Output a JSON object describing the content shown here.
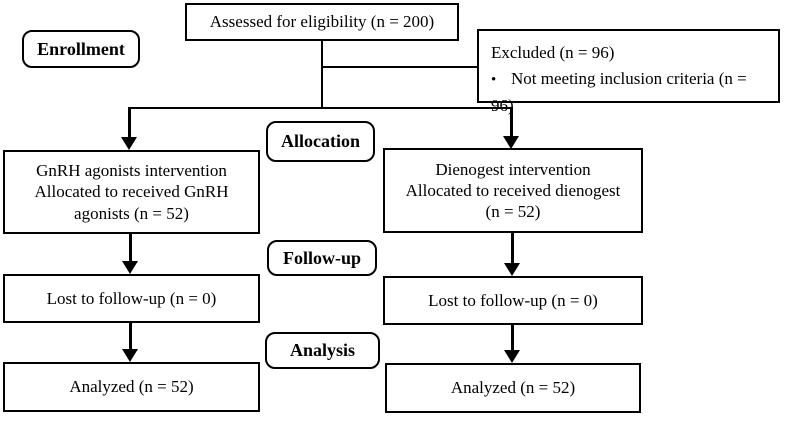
{
  "stage_labels": {
    "enrollment": "Enrollment",
    "allocation": "Allocation",
    "followup": "Follow-up",
    "analysis": "Analysis"
  },
  "flow": {
    "assessed": "Assessed for eligibility (n = 200)",
    "excluded": {
      "title": "Excluded (n = 96)",
      "bullet_marker": "•",
      "reason": "Not meeting inclusion criteria (n = 96)"
    },
    "allocation_left": {
      "lines": [
        "GnRH agonists intervention",
        "Allocated to received GnRH",
        "agonists (n = 52)"
      ]
    },
    "allocation_right": {
      "lines": [
        "Dienogest intervention",
        "Allocated to received dienogest",
        "(n = 52)"
      ]
    },
    "followup_left": "Lost to follow-up (n = 0)",
    "followup_right": "Lost to follow-up (n = 0)",
    "analyzed_left": "Analyzed (n = 52)",
    "analyzed_right": "Analyzed (n = 52)"
  },
  "colors": {
    "line": "#000000",
    "background": "#ffffff",
    "text": "#000000"
  }
}
